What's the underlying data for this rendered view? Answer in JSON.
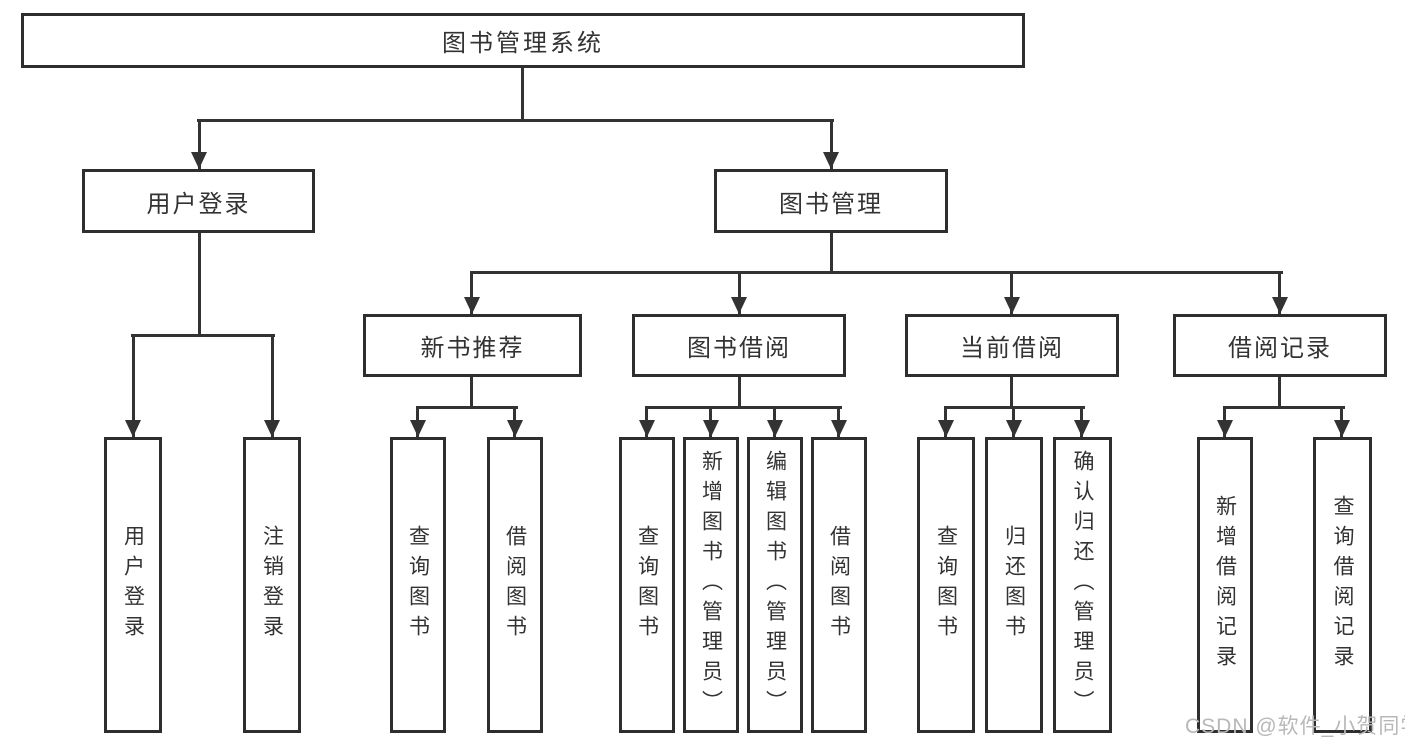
{
  "diagram": {
    "title": "图书管理系统",
    "root": {
      "label": "图书管理系统"
    },
    "level2": [
      {
        "label": "用户登录"
      },
      {
        "label": "图书管理"
      }
    ],
    "level3": [
      {
        "label": "新书推荐"
      },
      {
        "label": "图书借阅"
      },
      {
        "label": "当前借阅"
      },
      {
        "label": "借阅记录"
      }
    ],
    "leaves": [
      {
        "label": "用户登录"
      },
      {
        "label": "注销登录"
      },
      {
        "label": "查询图书"
      },
      {
        "label": "借阅图书"
      },
      {
        "label": "查询图书"
      },
      {
        "label": "新增图书（管理员）"
      },
      {
        "label": "编辑图书（管理员）"
      },
      {
        "label": "借阅图书"
      },
      {
        "label": "查询图书"
      },
      {
        "label": "归还图书"
      },
      {
        "label": "确认归还（管理员）"
      },
      {
        "label": "新增借阅记录"
      },
      {
        "label": "查询借阅记录"
      }
    ]
  },
  "watermark": {
    "text": "CSDN @软件_小贺同学"
  },
  "colors": {
    "background": "#ffffff",
    "box_border": "#2e2e2e",
    "line": "#333333",
    "text": "#333333",
    "watermark": "#b8b8b8"
  }
}
